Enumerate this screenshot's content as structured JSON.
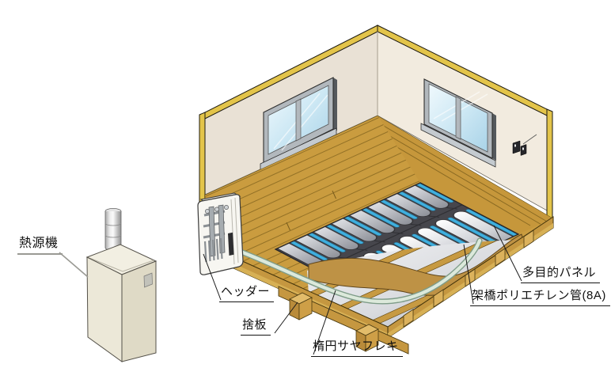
{
  "diagram": {
    "labels": {
      "heat_source": "熱源機",
      "header": "ヘッダー",
      "sute_board": "捨板",
      "oval_saya_flex": "楕円サヤフレキ",
      "multipurpose_panel": "多目的パネル",
      "crosslinked_pe_pipe": "架橋ポリエチレン管(8A)"
    },
    "colors": {
      "wall_edge_yellow": "#E3C44A",
      "wall_face": "#F0E9DE",
      "floor_board_gold": "#CA9C3F",
      "cross_section_band": "#C59740",
      "panel_silver": "#C8CAD0",
      "panel_groove_dark": "#46464C",
      "pipe_blue": "#3FAFDE",
      "sheath_tube_green": "#DCE9DB",
      "unit_body_cream": "#ECE8D8",
      "window_glass_blue": "#BFE0EF"
    }
  }
}
